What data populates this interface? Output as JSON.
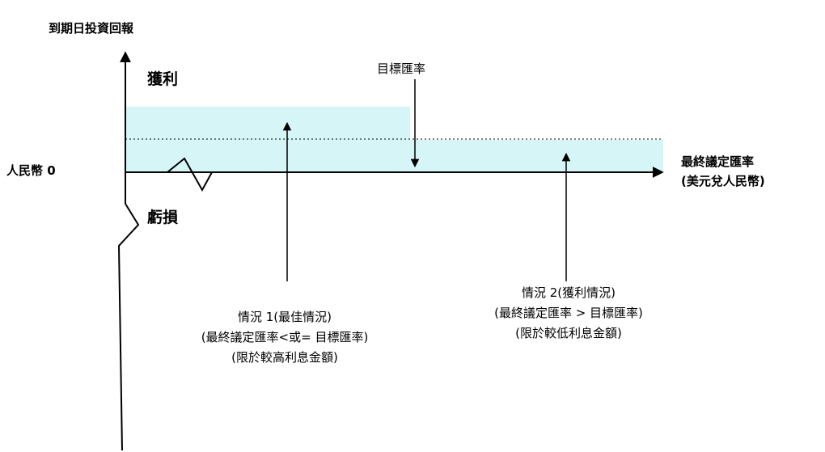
{
  "diagram": {
    "y_axis_title": "到期日投資回報",
    "profit_label": "獲利",
    "loss_label": "虧損",
    "origin_label": "人民幣 0",
    "target_rate_label": "目標匯率",
    "x_axis_title_line1": "最終議定匯率",
    "x_axis_title_line2": "(美元兌人民幣)",
    "scenario1": {
      "line1": "情況 1(最佳情況)",
      "line2": "(最終議定匯率<或= 目標匯率)",
      "line3": "(限於較高利息金額)"
    },
    "scenario2": {
      "line1": "情況 2(獲利情況)",
      "line2": "(最終議定匯率 > 目標匯率)",
      "line3": "(限於較低利息金額)"
    },
    "colors": {
      "band_fill": "#d6f5f6",
      "line": "#000000"
    }
  }
}
